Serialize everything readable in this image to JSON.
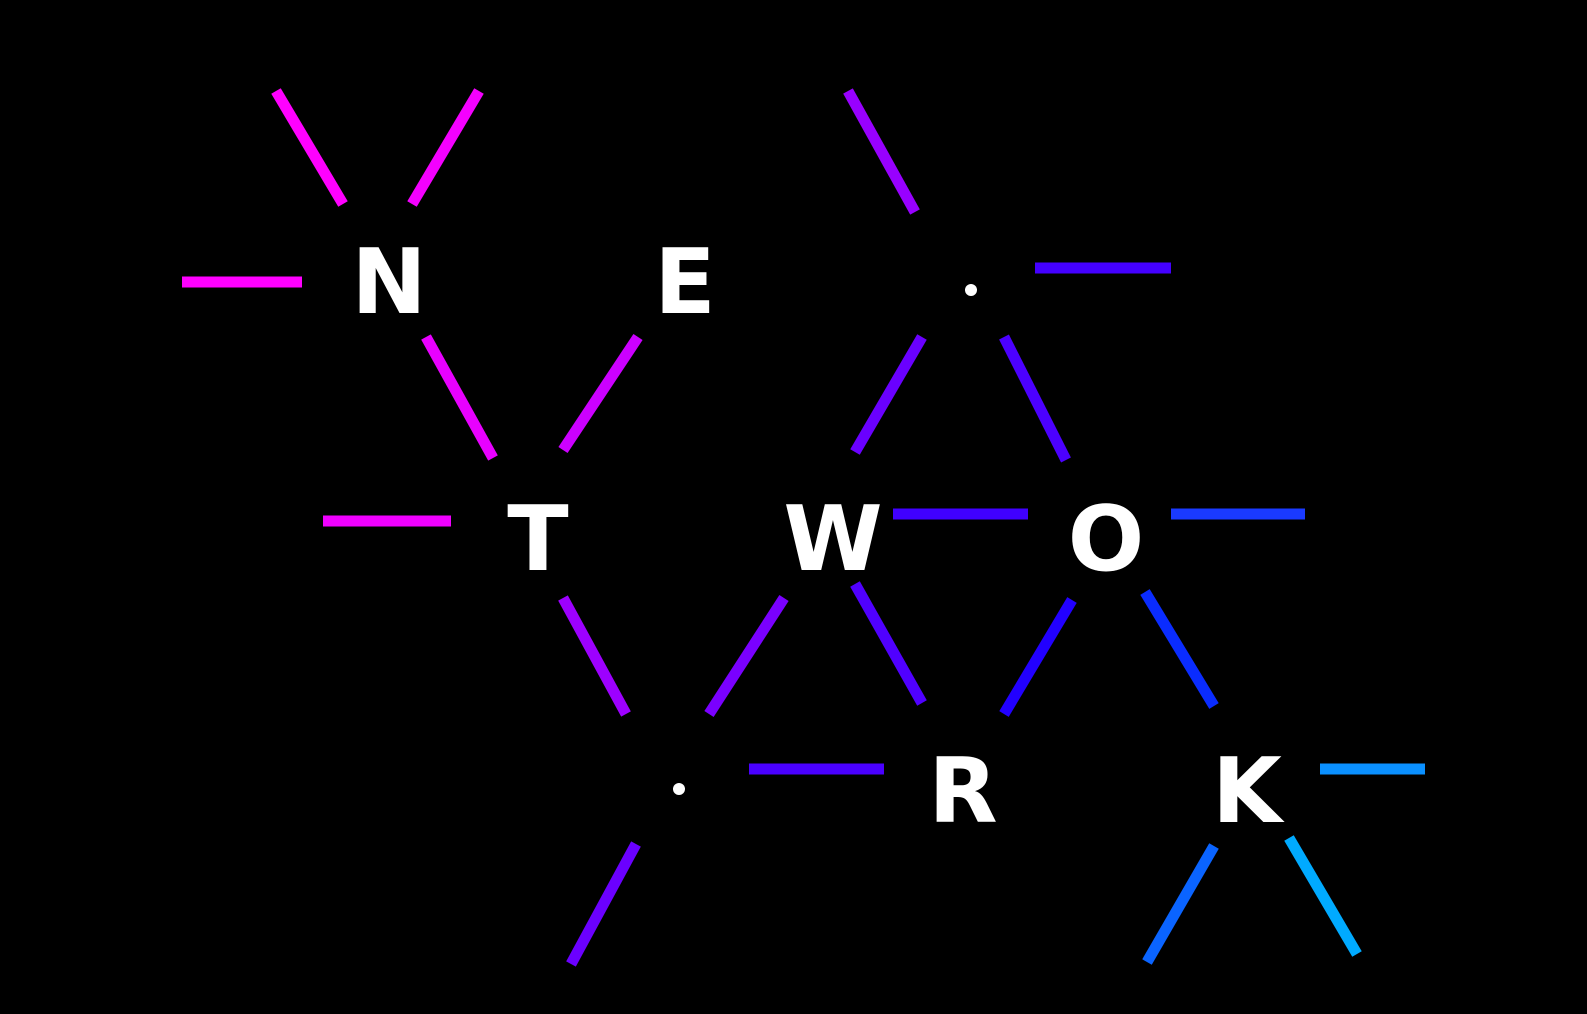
{
  "logo": {
    "letters": [
      "N",
      "E",
      "T",
      "W",
      "O",
      "R",
      "K"
    ]
  },
  "colors": {
    "background": "#000000",
    "letters": "#ffffff",
    "magenta": "#ff00ff",
    "violet": "#9d00ff",
    "purple": "#5a00ff",
    "blue": "#1a10ff",
    "azure": "#0a64ff",
    "cyan": "#00aaff"
  }
}
